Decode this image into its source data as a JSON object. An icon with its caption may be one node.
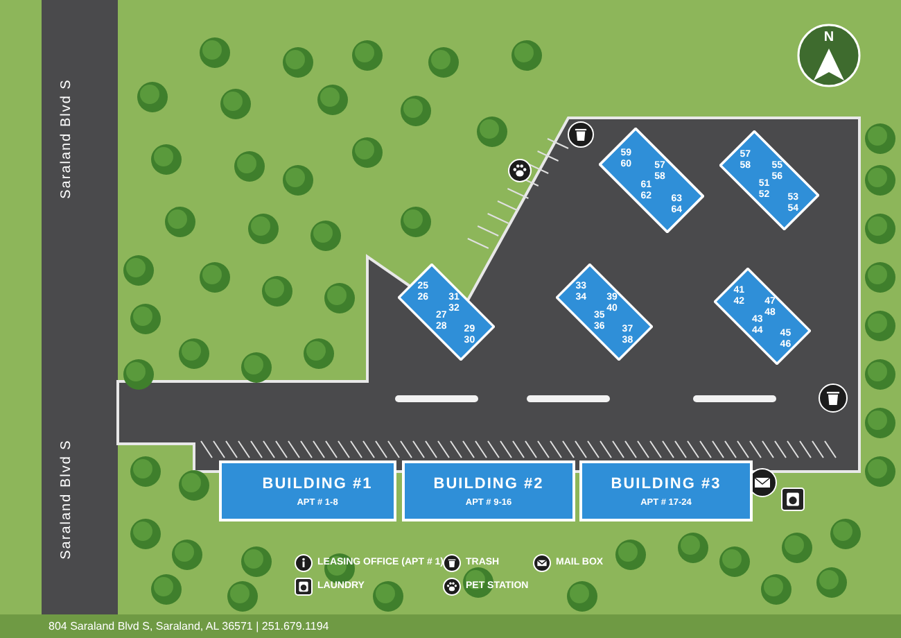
{
  "diagram": {
    "caption": "804 Saraland Blvd S, Saraland, AL 36571 | 251.679.1194",
    "nodes": [
      {
        "text": [
          "59",
          "60",
          "61",
          "62",
          "63",
          "64",
          "57",
          "58"
        ]
      },
      {
        "text": [
          "57",
          "58",
          "51",
          "52",
          "53",
          "54",
          "55",
          "56"
        ]
      },
      {
        "text": [
          "25",
          "26",
          "27",
          "28",
          "29",
          "30",
          "31",
          "32"
        ]
      },
      {
        "text": [
          "33",
          "34",
          "35",
          "36",
          "37",
          "38",
          "39",
          "40"
        ]
      },
      {
        "text": [
          "41",
          "42",
          "43",
          "44",
          "45",
          "46",
          "47",
          "48"
        ]
      },
      {
        "text": [
          "BUILDING #1",
          "APT # 1-8"
        ]
      },
      {
        "text": [
          "BUILDING #2",
          "APT # 9-16"
        ]
      },
      {
        "text": [
          "BUILDING #3",
          "APT # 17-24"
        ]
      }
    ],
    "labels": [
      "Saraland Blvd S",
      "Saraland Blvd S",
      "N"
    ],
    "legend": [
      {
        "text": "LEASING OFFICE (APT # 1)"
      },
      {
        "text": "LAUNDRY"
      },
      {
        "text": "TRASH"
      },
      {
        "text": "PET STATION"
      },
      {
        "text": "MAIL BOX"
      }
    ]
  }
}
